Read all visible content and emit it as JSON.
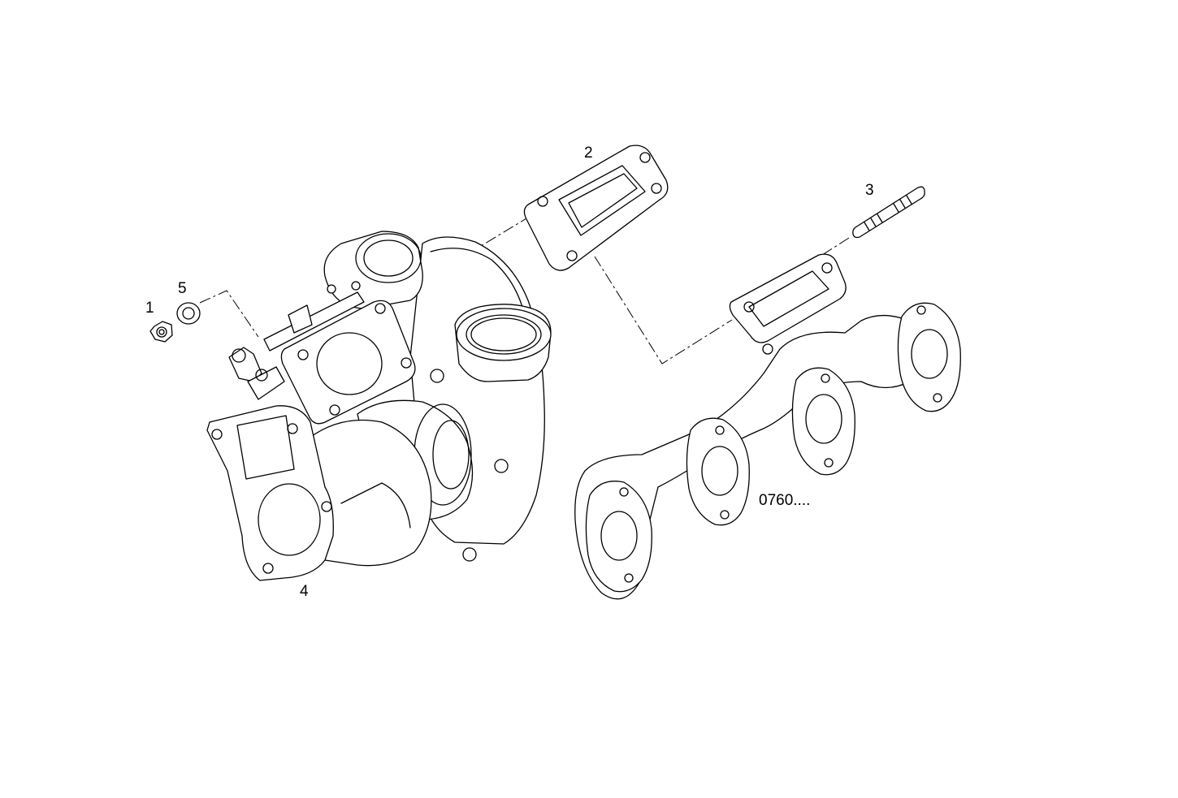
{
  "callouts": [
    {
      "id": "nut",
      "label": "1"
    },
    {
      "id": "gasket",
      "label": "2"
    },
    {
      "id": "stud",
      "label": "3"
    },
    {
      "id": "turbocharger",
      "label": "4"
    },
    {
      "id": "washer",
      "label": "5"
    }
  ],
  "diagram_code": "0760...."
}
